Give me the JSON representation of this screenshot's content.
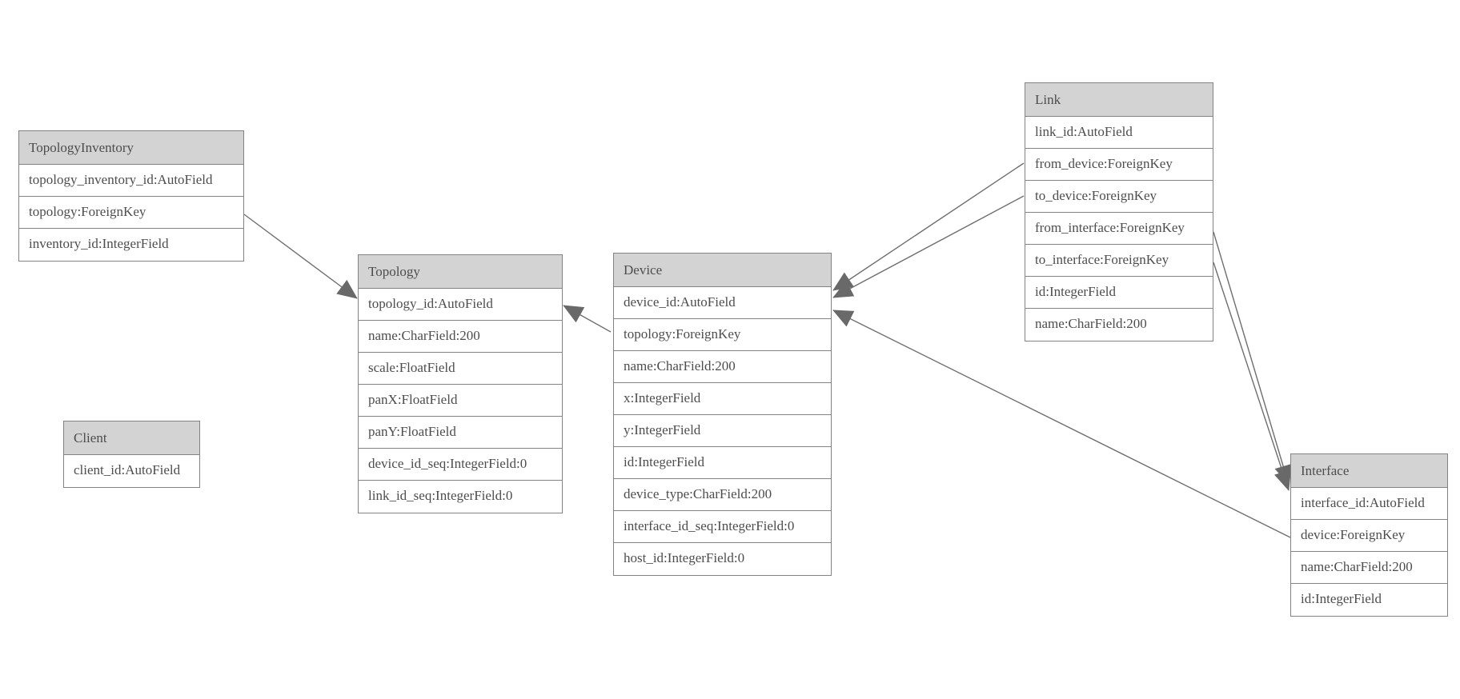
{
  "diagram": {
    "type": "er-model-diagram",
    "background_color": "#ffffff",
    "box_border_color": "#838383",
    "header_fill_color": "#d3d3d3",
    "text_color": "#4d4d4d",
    "relation_line_color": "#6e6e6e",
    "arrowhead_fill_color": "#696969"
  },
  "entities": {
    "topology_inventory": {
      "title": "TopologyInventory",
      "fields": [
        "topology_inventory_id:AutoField",
        "topology:ForeignKey",
        "inventory_id:IntegerField"
      ]
    },
    "client": {
      "title": "Client",
      "fields": [
        "client_id:AutoField"
      ]
    },
    "topology": {
      "title": "Topology",
      "fields": [
        "topology_id:AutoField",
        "name:CharField:200",
        "scale:FloatField",
        "panX:FloatField",
        "panY:FloatField",
        "device_id_seq:IntegerField:0",
        "link_id_seq:IntegerField:0"
      ]
    },
    "device": {
      "title": "Device",
      "fields": [
        "device_id:AutoField",
        "topology:ForeignKey",
        "name:CharField:200",
        "x:IntegerField",
        "y:IntegerField",
        "id:IntegerField",
        "device_type:CharField:200",
        "interface_id_seq:IntegerField:0",
        "host_id:IntegerField:0"
      ]
    },
    "link": {
      "title": "Link",
      "fields": [
        "link_id:AutoField",
        "from_device:ForeignKey",
        "to_device:ForeignKey",
        "from_interface:ForeignKey",
        "to_interface:ForeignKey",
        "id:IntegerField",
        "name:CharField:200"
      ]
    },
    "interface": {
      "title": "Interface",
      "fields": [
        "interface_id:AutoField",
        "device:ForeignKey",
        "name:CharField:200",
        "id:IntegerField"
      ]
    }
  },
  "relations": [
    {
      "from": "TopologyInventory.topology",
      "to": "Topology.topology_id"
    },
    {
      "from": "Device.topology",
      "to": "Topology.topology_id"
    },
    {
      "from": "Link.from_device",
      "to": "Device.device_id"
    },
    {
      "from": "Link.to_device",
      "to": "Device.device_id"
    },
    {
      "from": "Interface.device",
      "to": "Device.device_id"
    },
    {
      "from": "Link.from_interface",
      "to": "Interface.interface_id"
    },
    {
      "from": "Link.to_interface",
      "to": "Interface.interface_id"
    }
  ]
}
